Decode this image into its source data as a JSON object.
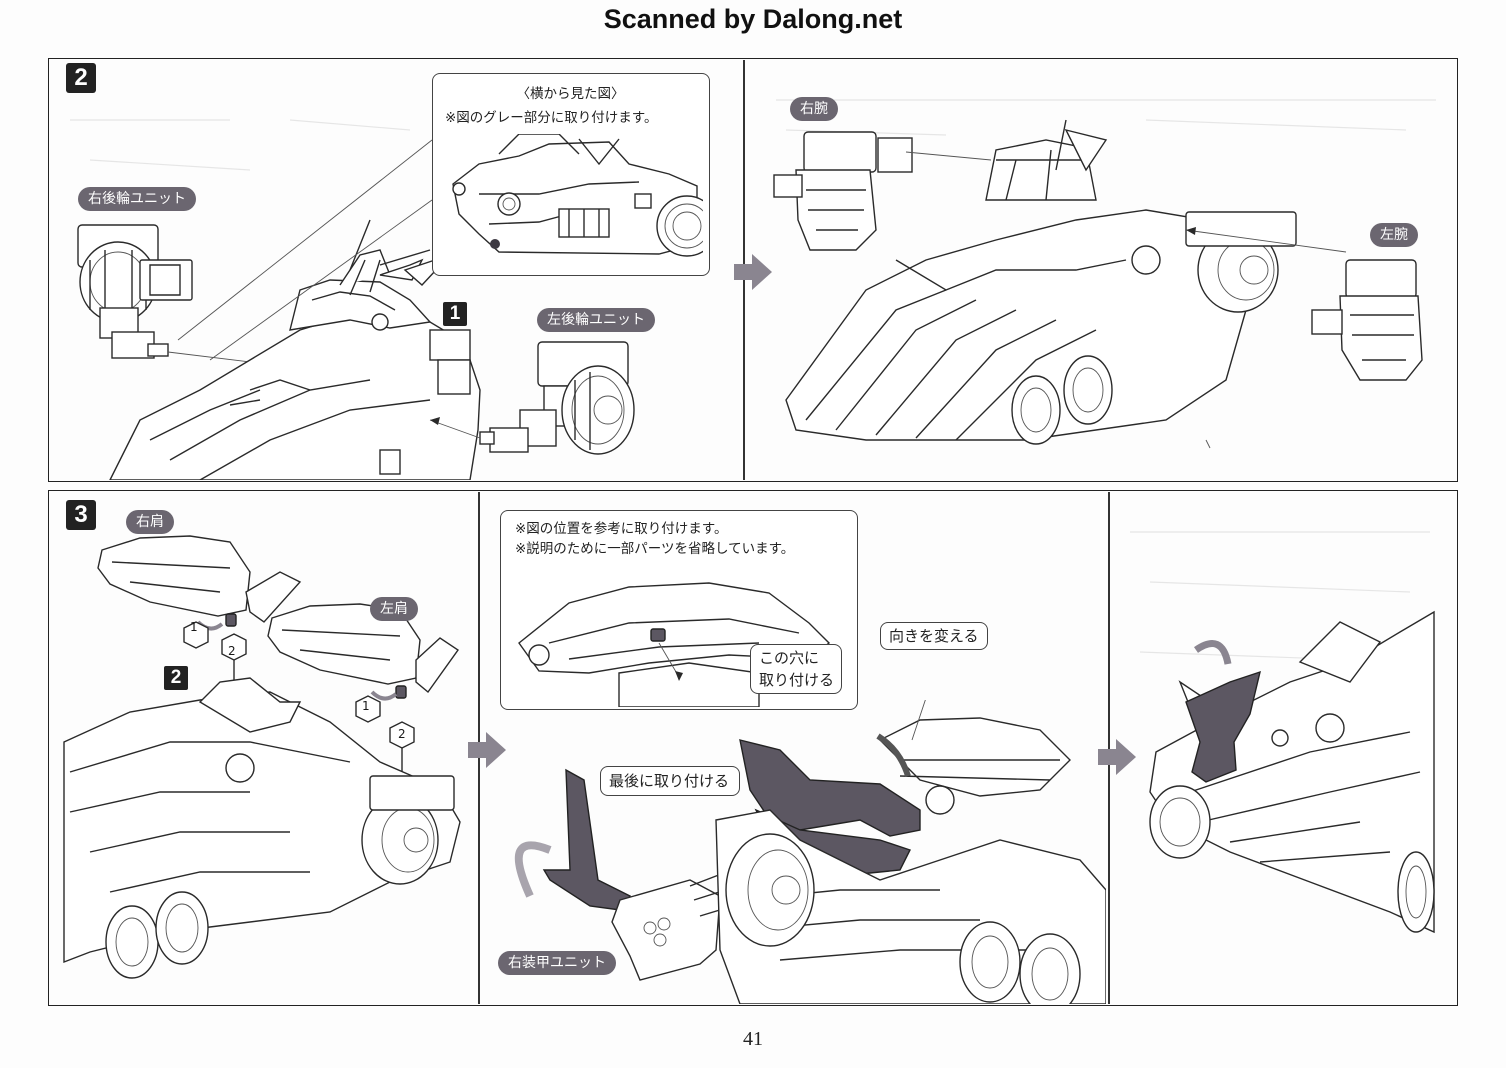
{
  "watermark": "Scanned by Dalong.net",
  "page_number": "41",
  "colors": {
    "badge": "#222222",
    "pill_label": "#6b6670",
    "highlight_part": "#5c5762",
    "arrow": "#8a8590",
    "frame": "#222222"
  },
  "step2": {
    "number": "2",
    "panel_a": {
      "inset": {
        "title": "〈横から見た図〉",
        "note": "※図のグレー部分に取り付けます。"
      },
      "labels": {
        "right_rear_wheel_unit": "右後輪ユニット",
        "left_rear_wheel_unit": "左後輪ユニット"
      },
      "sub_step": "1"
    },
    "panel_b": {
      "labels": {
        "right_arm": "右腕",
        "left_arm": "左腕"
      }
    }
  },
  "step3": {
    "number": "3",
    "panel_a": {
      "labels": {
        "right_shoulder": "右肩",
        "left_shoulder": "左肩"
      },
      "sub_step": "2",
      "order_marks": [
        "1",
        "2",
        "1",
        "2"
      ]
    },
    "panel_b": {
      "notes": [
        "※図の位置を参考に取り付けます。",
        "※説明のために一部パーツを省略しています。"
      ],
      "attach_here_line1": "この穴に",
      "attach_here_line2": "取り付ける",
      "change_direction": "向きを変える",
      "attach_last": "最後に取り付ける",
      "right_armor_unit": "右装甲ユニット"
    },
    "panel_c": {}
  },
  "icons": {
    "next_arrow": "right-arrow-icon",
    "rotate_arrow": "rotate-arrow-icon"
  }
}
